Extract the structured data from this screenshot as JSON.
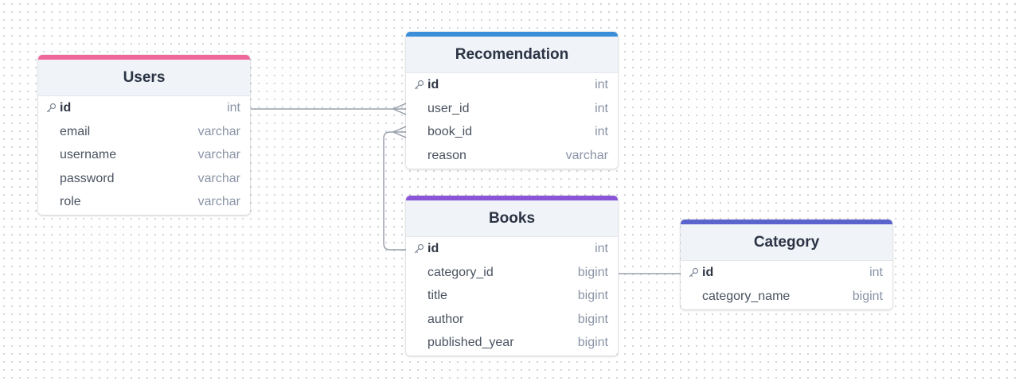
{
  "tables": {
    "users": {
      "name": "Users",
      "color": "#f0679a",
      "fields": [
        {
          "name": "id",
          "type": "int",
          "pk": true
        },
        {
          "name": "email",
          "type": "varchar"
        },
        {
          "name": "username",
          "type": "varchar"
        },
        {
          "name": "password",
          "type": "varchar"
        },
        {
          "name": "role",
          "type": "varchar"
        }
      ]
    },
    "recomendation": {
      "name": "Recomendation",
      "color": "#3b8fd8",
      "fields": [
        {
          "name": "id",
          "type": "int",
          "pk": true
        },
        {
          "name": "user_id",
          "type": "int"
        },
        {
          "name": "book_id",
          "type": "int"
        },
        {
          "name": "reason",
          "type": "varchar"
        }
      ]
    },
    "books": {
      "name": "Books",
      "color": "#8b55d8",
      "fields": [
        {
          "name": "id",
          "type": "int",
          "pk": true
        },
        {
          "name": "category_id",
          "type": "bigint"
        },
        {
          "name": "title",
          "type": "bigint"
        },
        {
          "name": "author",
          "type": "bigint"
        },
        {
          "name": "published_year",
          "type": "bigint"
        }
      ]
    },
    "category": {
      "name": "Category",
      "color": "#5b63cc",
      "fields": [
        {
          "name": "id",
          "type": "int",
          "pk": true
        },
        {
          "name": "category_name",
          "type": "bigint"
        }
      ]
    }
  },
  "relationships": [
    {
      "from": "Users.id",
      "to": "Recomendation.user_id",
      "type": "one-to-many"
    },
    {
      "from": "Books.id",
      "to": "Recomendation.book_id",
      "type": "one-to-many"
    },
    {
      "from": "Books.category_id",
      "to": "Category.id",
      "type": "one-to-one"
    }
  ]
}
